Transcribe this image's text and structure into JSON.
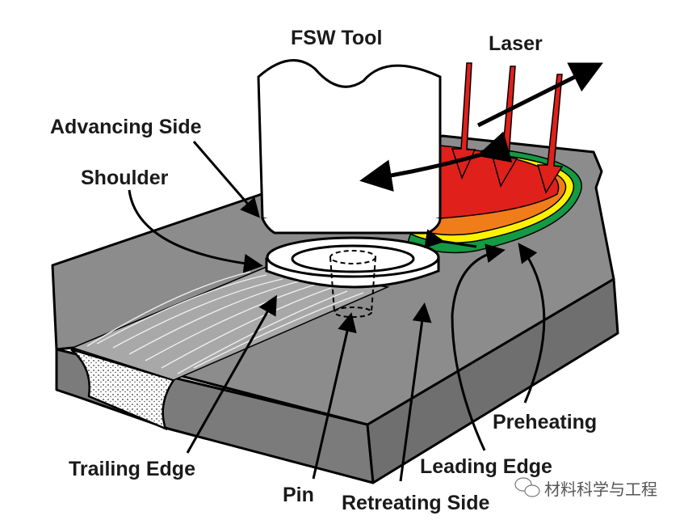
{
  "labels": {
    "fsw_tool": "FSW Tool",
    "laser": "Laser",
    "advancing_side": "Advancing Side",
    "shoulder": "Shoulder",
    "preheating": "Preheating",
    "leading_edge": "Leading Edge",
    "trailing_edge": "Trailing Edge",
    "pin": "Pin",
    "retreating_side": "Retreating Side"
  },
  "watermark": "材料科学与工程",
  "colors": {
    "plate": "#8c8c8c",
    "laser": "#e0201b",
    "heat_red": "#e0201b",
    "heat_orange": "#f07d1a",
    "heat_yellow": "#fff200",
    "heat_green": "#139a43"
  }
}
